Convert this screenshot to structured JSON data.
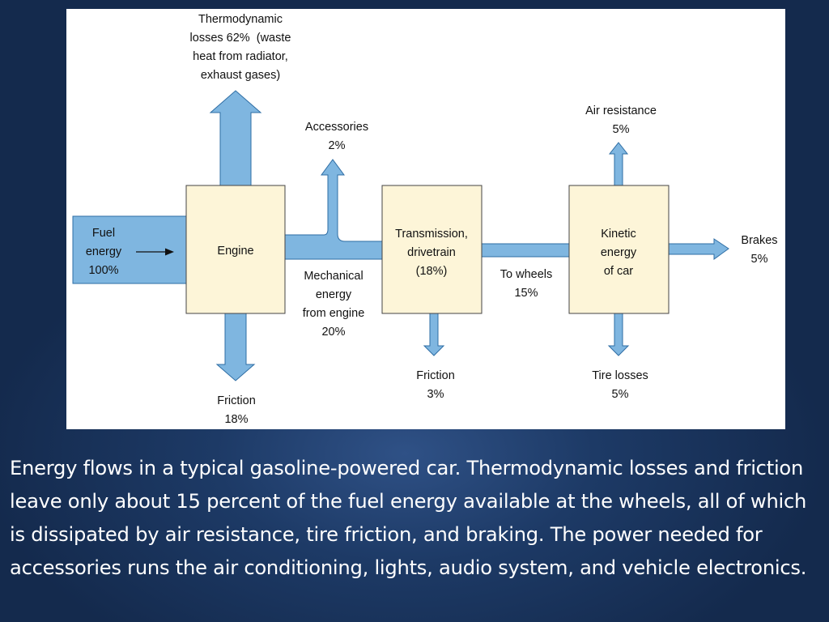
{
  "diagram": {
    "colors": {
      "arrow_fill": "#7fb6e0",
      "arrow_stroke": "#2e6da4",
      "box_fill": "#fdf5d8",
      "box_stroke": "#444444",
      "panel": "#ffffff",
      "background": "#1d3a66"
    },
    "boxes": {
      "engine": [
        "Engine"
      ],
      "transmission": [
        "Transmission,",
        "drivetrain",
        "(18%)"
      ],
      "kinetic": [
        "Kinetic",
        "energy",
        "of car"
      ]
    },
    "labels": {
      "fuel": [
        "Fuel",
        "energy",
        "100%"
      ],
      "thermodynamic": [
        "Thermodynamic",
        "losses 62%  (waste",
        "heat from radiator,",
        "exhaust gases)"
      ],
      "accessories": [
        "Accessories",
        "2%"
      ],
      "mechanical": [
        "Mechanical",
        "energy",
        "from engine",
        "20%"
      ],
      "engine_friction": [
        "Friction",
        "18%"
      ],
      "drivetrain_friction": [
        "Friction",
        "3%"
      ],
      "to_wheels": [
        "To wheels",
        "15%"
      ],
      "air_resistance": [
        "Air resistance",
        "5%"
      ],
      "tire_losses": [
        "Tire losses",
        "5%"
      ],
      "brakes": [
        "Brakes",
        "5%"
      ]
    }
  },
  "caption": "Energy flows in a typical gasoline-powered car. Thermodynamic losses and friction leave only about 15 percent of the fuel energy available at the wheels, all of which is dissipated by air resistance, tire friction, and braking. The power needed for accessories runs the air conditioning, lights, audio system, and vehicle electronics."
}
